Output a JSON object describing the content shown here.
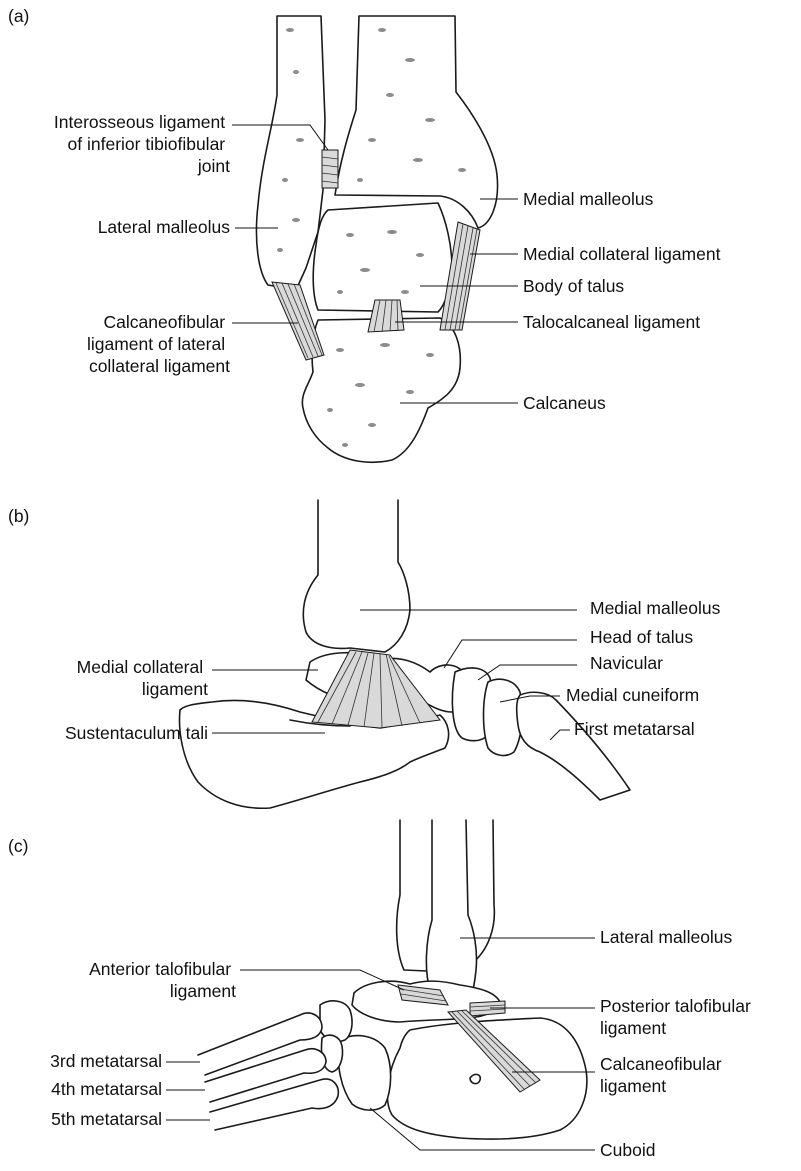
{
  "panels": [
    {
      "id": "a",
      "letter": "(a)",
      "labels": [
        {
          "key": "interosseous",
          "lines": [
            "Interosseous ligament",
            "of inferior tibiofibular",
            "joint"
          ]
        },
        {
          "key": "lateral-malleolus",
          "lines": [
            "Lateral malleolus"
          ]
        },
        {
          "key": "calcaneofibular",
          "lines": [
            "Calcaneofibular",
            "ligament of lateral",
            "collateral ligament"
          ]
        },
        {
          "key": "medial-malleolus",
          "lines": [
            "Medial malleolus"
          ]
        },
        {
          "key": "medial-collateral",
          "lines": [
            "Medial collateral ligament"
          ]
        },
        {
          "key": "body-of-talus",
          "lines": [
            "Body of talus"
          ]
        },
        {
          "key": "talocalcaneal",
          "lines": [
            "Talocalcaneal ligament"
          ]
        },
        {
          "key": "calcaneus",
          "lines": [
            "Calcaneus"
          ]
        }
      ]
    },
    {
      "id": "b",
      "letter": "(b)",
      "labels": [
        {
          "key": "medial-collateral",
          "lines": [
            "Medial collateral",
            "ligament"
          ]
        },
        {
          "key": "sustentaculum",
          "lines": [
            "Sustentaculum tali"
          ]
        },
        {
          "key": "medial-malleolus",
          "lines": [
            "Medial malleolus"
          ]
        },
        {
          "key": "head-of-talus",
          "lines": [
            "Head of talus"
          ]
        },
        {
          "key": "navicular",
          "lines": [
            "Navicular"
          ]
        },
        {
          "key": "medial-cuneiform",
          "lines": [
            "Medial cuneiform"
          ]
        },
        {
          "key": "first-metatarsal",
          "lines": [
            "First metatarsal"
          ]
        }
      ]
    },
    {
      "id": "c",
      "letter": "(c)",
      "labels": [
        {
          "key": "anterior-talofibular",
          "lines": [
            "Anterior talofibular",
            "ligament"
          ]
        },
        {
          "key": "third-metatarsal",
          "lines": [
            "3rd metatarsal"
          ]
        },
        {
          "key": "fourth-metatarsal",
          "lines": [
            "4th metatarsal"
          ]
        },
        {
          "key": "fifth-metatarsal",
          "lines": [
            "5th metatarsal"
          ]
        },
        {
          "key": "lateral-malleolus",
          "lines": [
            "Lateral malleolus"
          ]
        },
        {
          "key": "posterior-talofibular",
          "lines": [
            "Posterior talofibular",
            "ligament"
          ]
        },
        {
          "key": "calcaneofibular",
          "lines": [
            "Calcaneofibular",
            "ligament"
          ]
        },
        {
          "key": "cuboid",
          "lines": [
            "Cuboid"
          ]
        }
      ]
    }
  ]
}
